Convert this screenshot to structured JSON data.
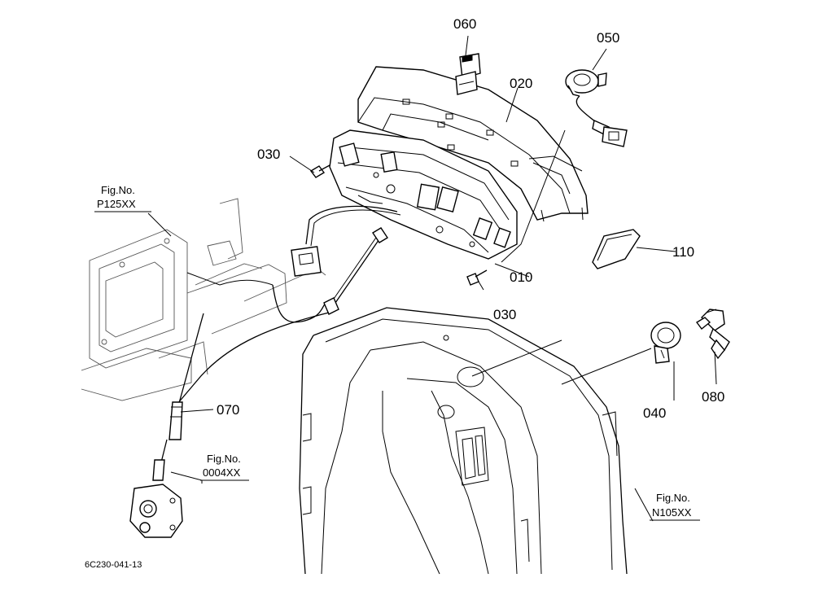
{
  "labels": {
    "p060": "060",
    "p050": "050",
    "p020": "020",
    "p030a": "030",
    "p030b": "030",
    "p010": "010",
    "p110": "110",
    "p070": "070",
    "p040": "040",
    "p080": "080"
  },
  "figrefs": {
    "p125": {
      "title": "Fig.No.",
      "code": "P125XX"
    },
    "f0004": {
      "title": "Fig.No.",
      "code": "0004XX"
    },
    "n105": {
      "title": "Fig.No.",
      "code": "N105XX"
    }
  },
  "drawing_code": "6C230-041-13"
}
